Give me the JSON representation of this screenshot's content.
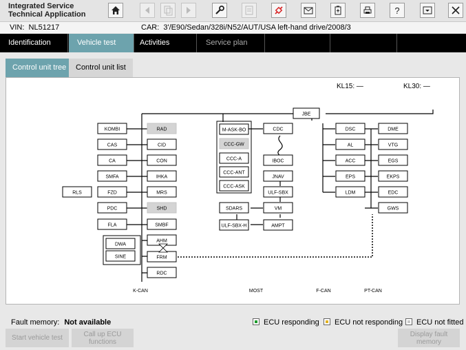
{
  "app": {
    "title": "Integrated Service\nTechnical Application"
  },
  "toolbar": {
    "icons": [
      "home-icon",
      "back-icon",
      "copy-icon",
      "forward-icon",
      "wrench-icon",
      "sheet-icon",
      "connection-icon",
      "mail-icon",
      "battery-icon",
      "print-icon",
      "help-icon",
      "minimize-icon",
      "close-icon"
    ]
  },
  "vehicle": {
    "vin_label": "VIN:",
    "vin": "NL51217",
    "car_label": "CAR:",
    "car": "3'/E90/Sedan/328i/N52/AUT/USA left-hand drive/2008/3"
  },
  "nav": {
    "tabs": [
      "Identification",
      "Vehicle test",
      "Activities",
      "Service plan"
    ]
  },
  "subtabs": [
    "Control unit tree",
    "Control unit list"
  ],
  "kl": {
    "kl15": "KL15:  —",
    "kl30": "KL30:  —"
  },
  "ecus": {
    "kombi": "KOMBI",
    "rad": "RAD",
    "cas": "CAS",
    "cid": "CID",
    "ca": "CA",
    "con": "CON",
    "smfa": "SMFA",
    "ihka": "IHKA",
    "rls": "RLS",
    "fzd": "FZD",
    "mrs": "MRS",
    "pdc": "PDC",
    "shd": "SHD",
    "fla": "FLA",
    "smbf": "SMBF",
    "dwa": "DWA",
    "sine": "SINE",
    "ahm": "AHM",
    "frm": "FRM",
    "rdc": "RDC",
    "jbe": "JBE",
    "mask": "M-ASK-BO",
    "cccgw": "CCC-GW",
    "ccca": "CCC-A",
    "cccant": "CCC-ANT",
    "cccask": "CCC-ASK",
    "sdars": "SDARS",
    "ulfsbxh": "ULF-SBX-H",
    "cdc": "CDC",
    "iboc": "IBOC",
    "jnav": "JNAV",
    "ulfsbx": "ULF-SBX",
    "vm": "VM",
    "ampt": "AMPT",
    "dsc": "DSC",
    "dme": "DME",
    "al": "AL",
    "vtg": "VTG",
    "acc": "ACC",
    "egs": "EGS",
    "eps": "EPS",
    "ekps": "EKPS",
    "ldm": "LDM",
    "edc": "EDC",
    "gws": "GWS"
  },
  "buses": {
    "kcan": "K-CAN",
    "most": "MOST",
    "fcan": "F-CAN",
    "ptcan": "PT-CAN"
  },
  "footer": {
    "fault_label": "Fault memory:",
    "fault_value": "Not available",
    "legend": [
      "ECU responding",
      "ECU not responding",
      "ECU not fitted"
    ],
    "legend_colors": [
      "#1a9a2a",
      "#e0b020",
      "#c8c8c8"
    ],
    "buttons": {
      "start": "Start vehicle test",
      "callup": "Call up ECU functions",
      "display": "Display fault memory"
    }
  }
}
